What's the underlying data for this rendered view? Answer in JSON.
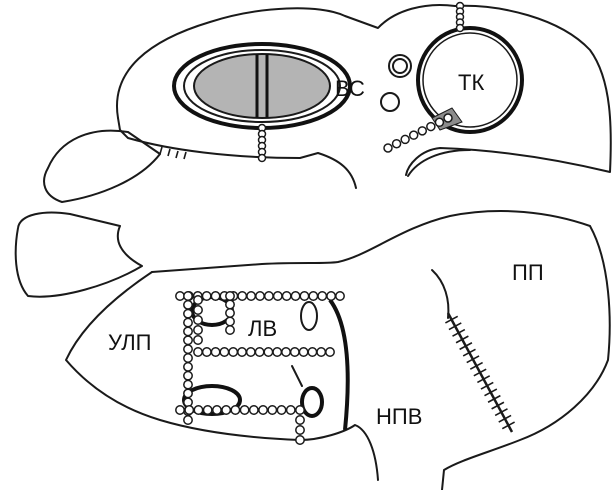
{
  "labels": {
    "vs": "ВС",
    "tk": "ТК",
    "ulp": "УЛП",
    "lv": "ЛВ",
    "pp": "ПП",
    "npv": "НПВ"
  },
  "colors": {
    "line": "#1a1a1a",
    "valve_fill": "#b4b4b4",
    "valve_patch": "#8c8c8c",
    "background": "#ffffff"
  }
}
